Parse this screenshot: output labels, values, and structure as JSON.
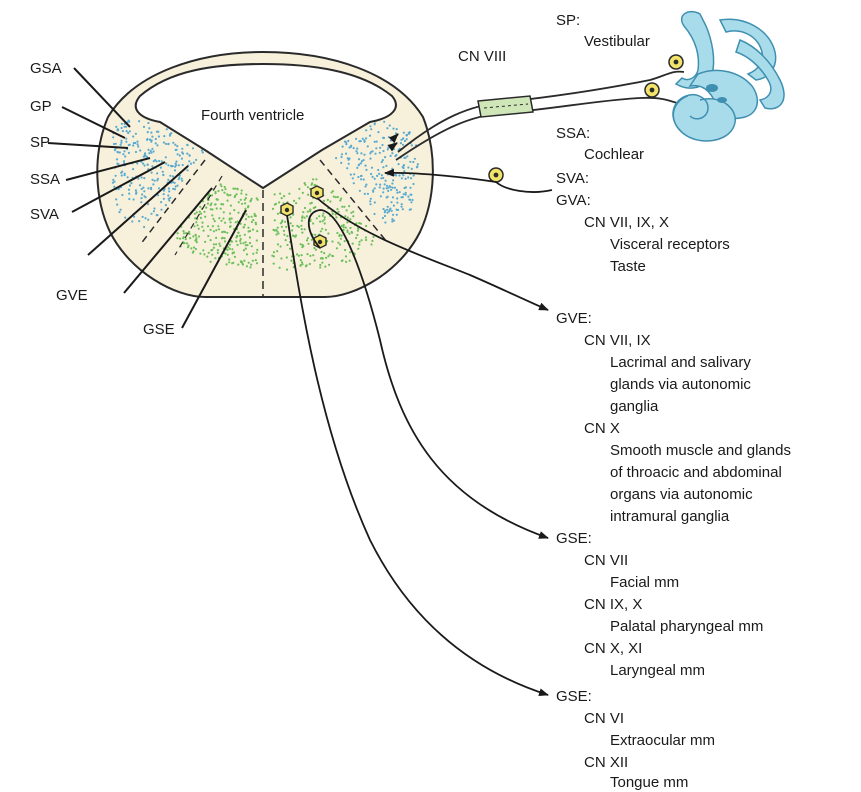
{
  "colors": {
    "stem_fill": "#f7f1dc",
    "blue_dots": "#5aaad0",
    "green_dots": "#6cbf5a",
    "ear_fill": "#a9dcea",
    "ear_stroke": "#3f8fb0",
    "ganglion_fill": "#f2e46a",
    "nerve_fill": "#cfe7b8"
  },
  "diagram": {
    "ventricle_label": "Fourth ventricle",
    "nerve_label": "CN  VIII",
    "left_labels": {
      "gsa": "GSA",
      "gp": "GP",
      "sp": "SP",
      "ssa": "SSA",
      "sva": "SVA",
      "gve": "GVE",
      "gse": "GSE"
    },
    "right_labels": {
      "sp_head": "SP:",
      "sp_text": "Vestibular",
      "ssa_head": "SSA:",
      "ssa_text": "Cochlear",
      "sva_head": "SVA:",
      "gva_head": "GVA:",
      "gva_cn": "CN VII, IX, X",
      "gva_t1": "Visceral receptors",
      "gva_t2": "Taste",
      "gve_head": "GVE:",
      "gve_cn1": "CN VII, IX",
      "gve_t1": "Lacrimal and salivary",
      "gve_t2": "glands via autonomic",
      "gve_t3": "ganglia",
      "gve_cn2": "CN X",
      "gve_t4": "Smooth muscle and glands",
      "gve_t5": "of throacic and abdominal",
      "gve_t6": "organs via autonomic",
      "gve_t7": "intramural ganglia",
      "gse1_head": "GSE:",
      "gse1_cn1": "CN VII",
      "gse1_t1": "Facial mm",
      "gse1_cn2": "CN IX, X",
      "gse1_t2": "Palatal pharyngeal mm",
      "gse1_cn3": "CN X, XI",
      "gse1_t3": "Laryngeal mm",
      "gse2_head": "GSE:",
      "gse2_cn1": "CN VI",
      "gse2_t1": "Extraocular mm",
      "gse2_cn2": "CN XII",
      "gse2_t2": "Tongue mm"
    }
  }
}
